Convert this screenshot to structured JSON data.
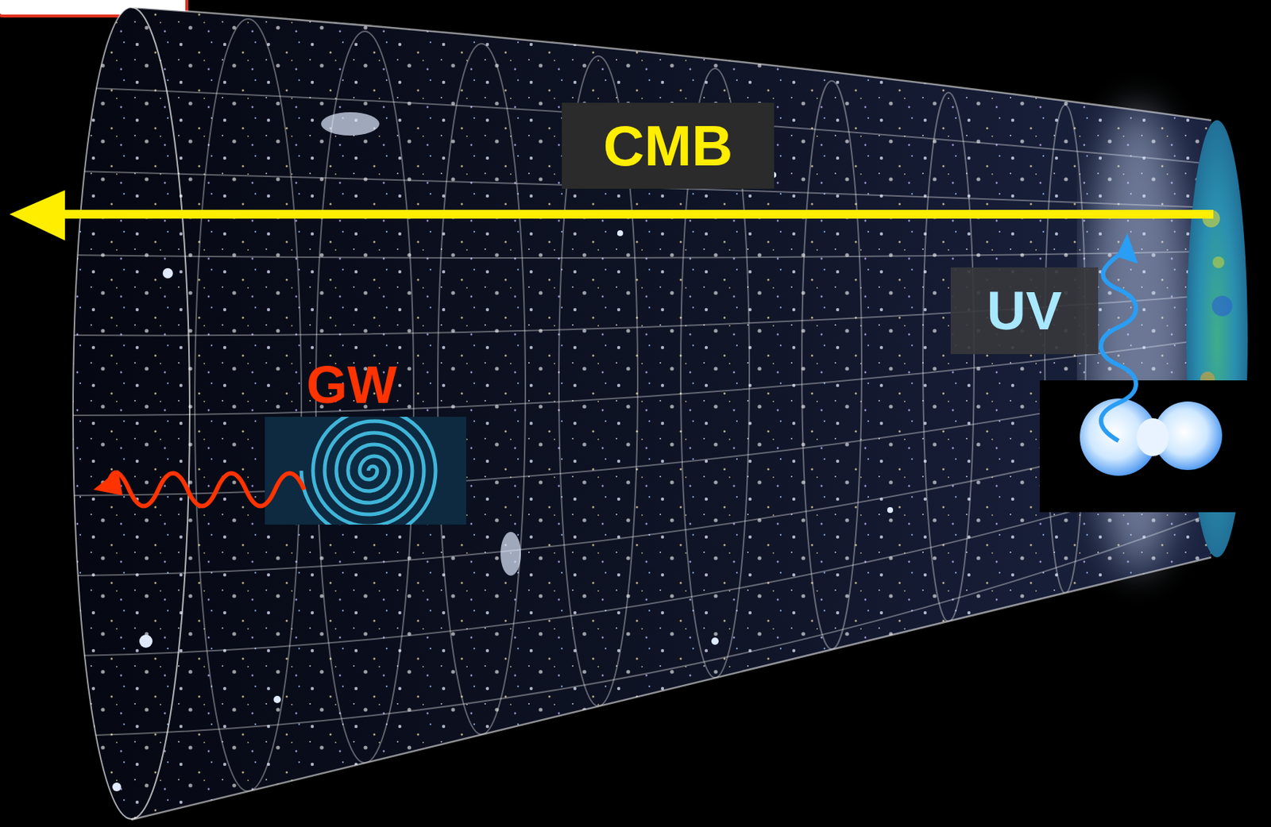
{
  "diagram": {
    "nodes": [
      {
        "text": [
          "CMB"
        ]
      },
      {
        "text": [
          "UV"
        ]
      }
    ],
    "labels": [
      "GW"
    ]
  }
}
